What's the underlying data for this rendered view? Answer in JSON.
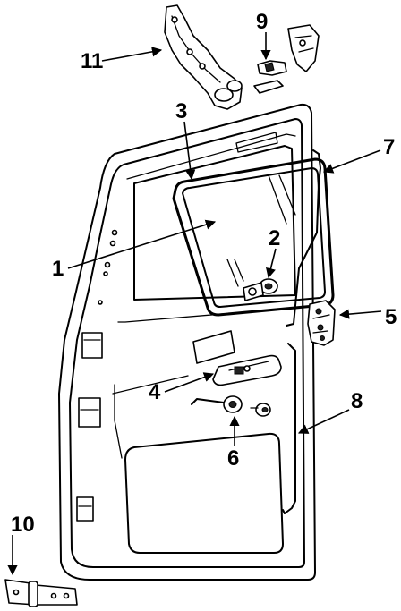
{
  "callouts": [
    {
      "id": "1",
      "label": "1"
    },
    {
      "id": "2",
      "label": "2"
    },
    {
      "id": "3",
      "label": "3"
    },
    {
      "id": "4",
      "label": "4"
    },
    {
      "id": "5",
      "label": "5"
    },
    {
      "id": "6",
      "label": "6"
    },
    {
      "id": "7",
      "label": "7"
    },
    {
      "id": "8",
      "label": "8"
    },
    {
      "id": "9",
      "label": "9"
    },
    {
      "id": "10",
      "label": "10"
    },
    {
      "id": "11",
      "label": "11"
    }
  ],
  "colors": {
    "ink": "#000000",
    "paper": "#ffffff"
  }
}
